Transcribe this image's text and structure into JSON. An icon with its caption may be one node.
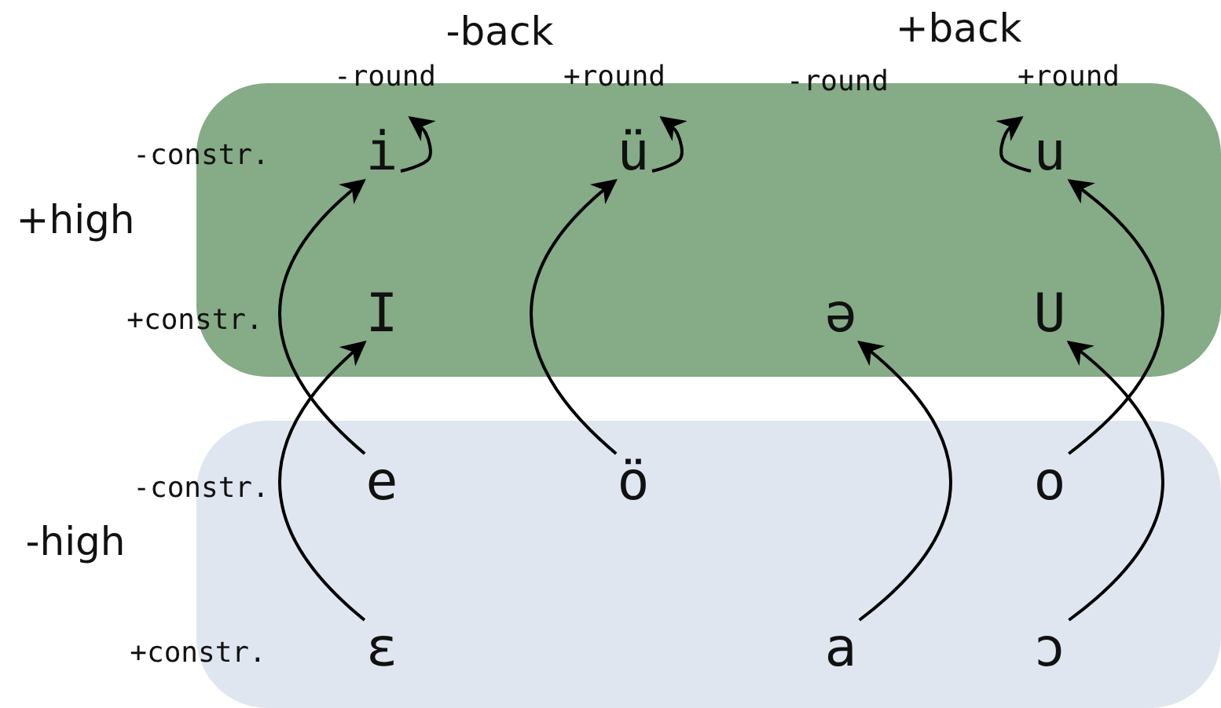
{
  "diagram": {
    "nodes": [
      {
        "text": [],
        "shape": "box"
      },
      {
        "text": [
          "i"
        ],
        "in": 0
      },
      {
        "text": [
          "ü"
        ],
        "in": 0
      },
      {
        "text": [
          "u"
        ],
        "in": 0
      },
      {
        "text": [
          "I"
        ],
        "in": 0
      },
      {
        "text": [
          "ə"
        ],
        "in": 0
      },
      {
        "text": [
          "U"
        ],
        "in": 0
      },
      {
        "text": [],
        "shape": "box"
      },
      {
        "text": [
          "e"
        ],
        "in": 7
      },
      {
        "text": [
          "ö"
        ],
        "in": 7
      },
      {
        "text": [
          "o"
        ],
        "in": 7
      },
      {
        "text": [
          "ɛ"
        ],
        "in": 7
      },
      {
        "text": [
          "a"
        ],
        "in": 7
      },
      {
        "text": [
          "ɔ"
        ],
        "in": 7
      }
    ],
    "edges": [
      {
        "from": 8,
        "to": 1,
        "arrow": "to"
      },
      {
        "from": 9,
        "to": 2,
        "arrow": "to"
      },
      {
        "from": 10,
        "to": 3,
        "arrow": "to"
      },
      {
        "from": 11,
        "to": 4,
        "arrow": "to"
      },
      {
        "from": 12,
        "to": 5,
        "arrow": "to"
      },
      {
        "from": 13,
        "to": 6,
        "arrow": "to"
      },
      {
        "from": 1,
        "to": 1,
        "arrow": "to"
      },
      {
        "from": 2,
        "to": 2,
        "arrow": "to"
      },
      {
        "from": 3,
        "to": 3,
        "arrow": "to"
      }
    ],
    "labels": [
      "-back",
      "+back",
      "-round",
      "+round",
      "-round",
      "+round",
      "-constr.",
      "+high",
      "+constr.",
      "-constr.",
      "-high",
      "+constr."
    ]
  }
}
